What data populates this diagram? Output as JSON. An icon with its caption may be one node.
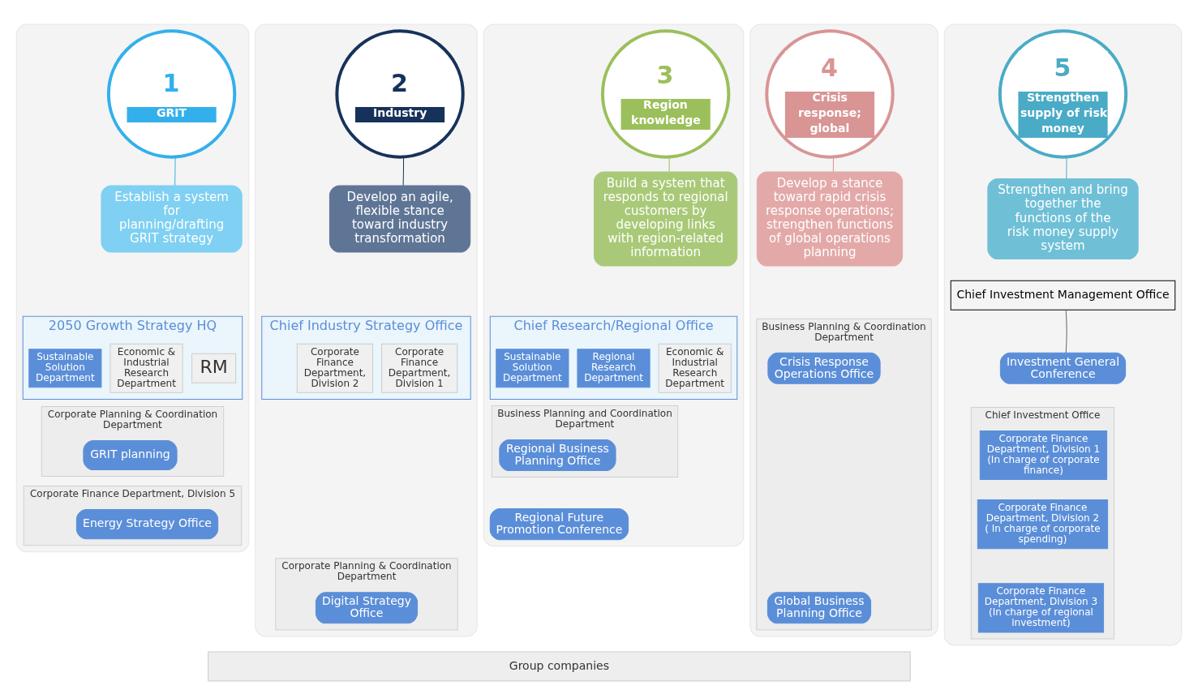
{
  "diagram": {
    "nodes": [
      {
        "text": [],
        "shape": "box"
      },
      {
        "text": [
          "1",
          "GRIT"
        ],
        "in": 0
      },
      {
        "text": [
          "Establish a system for planning/drafting GRIT strategy"
        ],
        "in": 0
      },
      {
        "text": [
          "2050 Growth Strategy HQ"
        ],
        "in": 0
      },
      {
        "text": [
          "RM"
        ],
        "in": 3
      },
      {
        "text": [
          "Economic & Industrial Research Department"
        ],
        "in": 3
      },
      {
        "text": [
          "Sustainable Solution Department"
        ],
        "in": 3
      },
      {
        "text": [
          "Corporate Planning & Coordination Department"
        ],
        "in": 0
      },
      {
        "text": [
          "GRIT planning"
        ],
        "in": 7
      },
      {
        "text": [
          "Corporate Finance Department, Division 5"
        ],
        "in": 0
      },
      {
        "text": [
          "Energy Strategy Office"
        ],
        "in": 9
      },
      {
        "text": [],
        "shape": "box"
      },
      {
        "text": [
          "2",
          "Industry"
        ],
        "in": 11
      },
      {
        "text": [
          "Develop an agile, flexible stance toward industry transformation"
        ],
        "in": 11
      },
      {
        "text": [
          "Chief Industry Strategy Office"
        ],
        "in": 11
      },
      {
        "text": [
          "Corporate Finance Department, Division 1"
        ],
        "in": 14
      },
      {
        "text": [
          "Corporate Finance Department, Division 2"
        ],
        "in": 14
      },
      {
        "text": [
          "Corporate Planning & Coordination Department"
        ],
        "in": 11
      },
      {
        "text": [
          "Digital Strategy Office"
        ],
        "in": 17
      },
      {
        "text": [],
        "shape": "box"
      },
      {
        "text": [
          "3",
          "Region knowledge"
        ],
        "in": 19
      },
      {
        "text": [
          "Build a system that responds to regional customers by developing links with region-related information"
        ],
        "in": 19
      },
      {
        "text": [
          "Chief Research/Regional Office"
        ],
        "in": 19
      },
      {
        "text": [
          "Economic & Industrial Research Department"
        ],
        "in": 22
      },
      {
        "text": [
          "Regional Research Department"
        ],
        "in": 22
      },
      {
        "text": [
          "Sustainable Solution Department"
        ],
        "in": 22
      },
      {
        "text": [
          "Business Planning and Coordination Department"
        ],
        "in": 19
      },
      {
        "text": [
          "Regional Business Planning Office"
        ],
        "in": 26
      },
      {
        "text": [
          "Regional Future Promotion Conference"
        ],
        "in": 19
      },
      {
        "text": [],
        "shape": "box"
      },
      {
        "text": [
          "4",
          "Crisis response; global"
        ],
        "in": 29
      },
      {
        "text": [
          "Develop a stance toward rapid crisis response operations; strengthen functions of global operations planning"
        ],
        "in": 29
      },
      {
        "text": [
          "Business Planning & Coordination Department"
        ],
        "in": 29
      },
      {
        "text": [
          "Crisis Response Operations Office"
        ],
        "in": 32
      },
      {
        "text": [
          "Global Business Planning Office"
        ],
        "in": 32
      },
      {
        "text": [],
        "shape": "box"
      },
      {
        "text": [
          "5",
          "Strengthen supply of risk money"
        ],
        "in": 35
      },
      {
        "text": [
          "Strengthen and bring together the functions of the risk money supply system"
        ],
        "in": 35
      },
      {
        "text": [
          "Chief Investment Management Office"
        ],
        "in": 35
      },
      {
        "text": [
          "Investment General Conference"
        ],
        "in": 35
      },
      {
        "text": [
          "Chief Investment Office"
        ],
        "in": 35
      },
      {
        "text": [
          "Corporate Finance Department, Division 1",
          "(In charge of corporate finance)"
        ],
        "in": 40
      },
      {
        "text": [
          "Corporate Finance Department, Division 2",
          "( In charge of corporate spending)"
        ],
        "in": 40
      },
      {
        "text": [
          "Corporate Finance Department, Division 3",
          "(In charge of regional investment)"
        ],
        "in": 40
      },
      {
        "text": [
          "Group companies"
        ]
      }
    ],
    "edges": [
      {
        "from": 1,
        "to": 2,
        "arrow": "none",
        "color": "#33b0eb"
      },
      {
        "from": 12,
        "to": 13,
        "arrow": "none",
        "color": "#17325a"
      },
      {
        "from": 20,
        "to": 21,
        "arrow": "none",
        "color": "#9bbf5a"
      },
      {
        "from": 30,
        "to": 31,
        "arrow": "none",
        "color": "#d99494"
      },
      {
        "from": 36,
        "to": 37,
        "arrow": "none",
        "color": "#4aabc6"
      },
      {
        "from": 38,
        "to": 39,
        "arrow": "none",
        "color": "#666666"
      }
    ]
  }
}
